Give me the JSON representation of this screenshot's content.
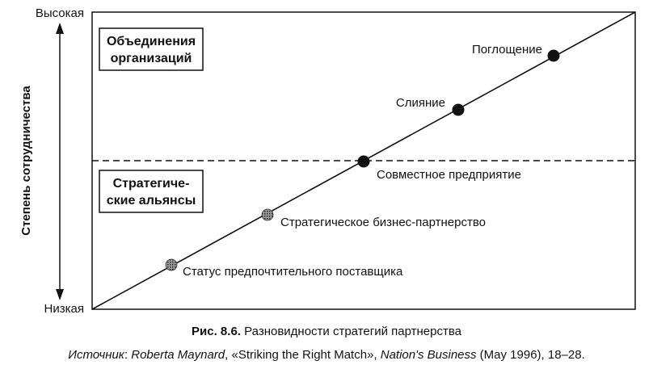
{
  "y_axis": {
    "title": "Степень сотрудничества",
    "top_label": "Высокая",
    "bottom_label": "Низкая"
  },
  "regions": {
    "upper": {
      "line1": "Объединения",
      "line2": "организаций"
    },
    "lower": {
      "line1": "Стратегиче-",
      "line2": "ские альянсы"
    }
  },
  "points": [
    {
      "label": "Статус предпочтительного поставщика",
      "fill": "gray"
    },
    {
      "label": "Стратегическое бизнес-партнерство",
      "fill": "gray"
    },
    {
      "label": "Совместное предприятие",
      "fill": "black"
    },
    {
      "label": "Слияние",
      "fill": "black"
    },
    {
      "label": "Поглощение",
      "fill": "black"
    }
  ],
  "caption": {
    "figure_number": "Рис. 8.6.",
    "title": "Разновидности стратегий партнерства"
  },
  "source": {
    "prefix": "Источник",
    "colon": ": ",
    "author": "Roberta Maynard",
    "comma1": ", ",
    "article": "«Striking the Right Match»",
    "comma2": ", ",
    "journal": "Nation's Business",
    "details": " (May 1996), 18–28."
  },
  "colors": {
    "ink": "#111111",
    "gray_dot": "#7a7a7a",
    "background": "#ffffff"
  }
}
